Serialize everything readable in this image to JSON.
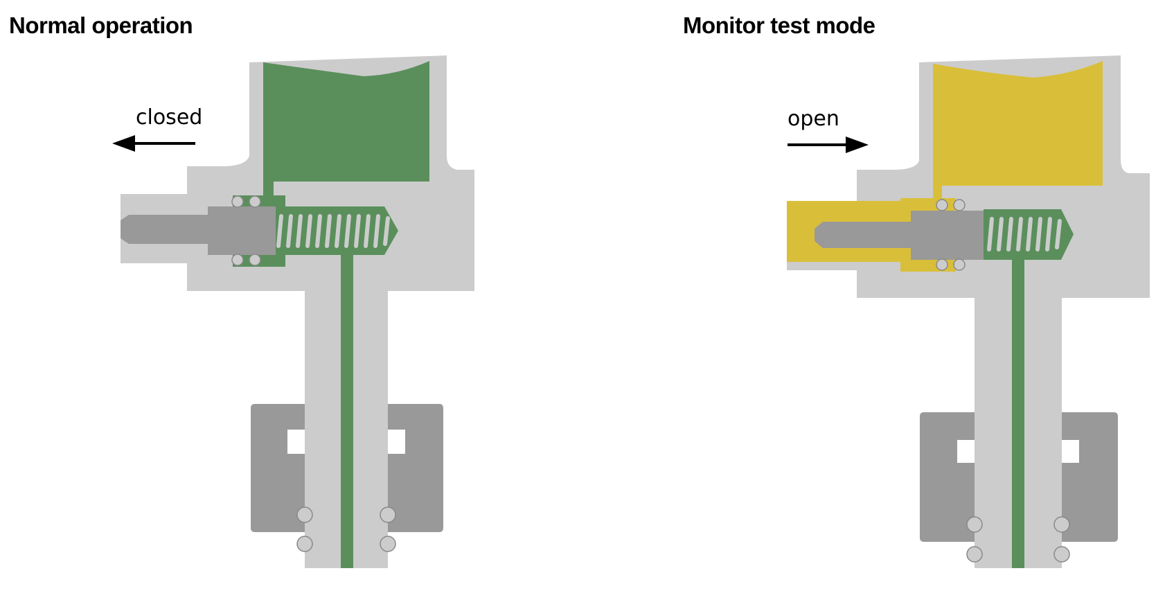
{
  "panels": [
    {
      "title": "Normal operation",
      "state": "closed",
      "arrow_direction": "left",
      "fill_color": "#5a8f5c"
    },
    {
      "title": "Monitor test mode",
      "state": "open",
      "arrow_direction": "right",
      "fill_color": "#d9bf39"
    }
  ],
  "colors": {
    "body": "#cccccc",
    "body_dark": "#999999",
    "gas_green": "#5a8f5c",
    "gas_yellow": "#d9bf39",
    "oring": "#c9c9c9",
    "outline": "#888888"
  }
}
